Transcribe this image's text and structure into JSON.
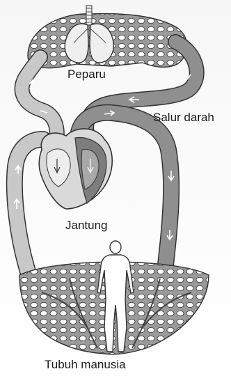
{
  "labels": {
    "lungs": "Peparu",
    "blood_vessel": "Salur darah",
    "heart": "Jantung",
    "human_body": "Tubuh manusia"
  },
  "colors": {
    "oxygenated": "#8f8f8f",
    "deoxygenated": "#c8c8c8",
    "outline": "#333333",
    "capillary_fill": "#a9a9a9"
  },
  "icons": [
    "lungs-icon",
    "heart-icon",
    "human-body-icon",
    "flow-arrow-icon"
  ]
}
